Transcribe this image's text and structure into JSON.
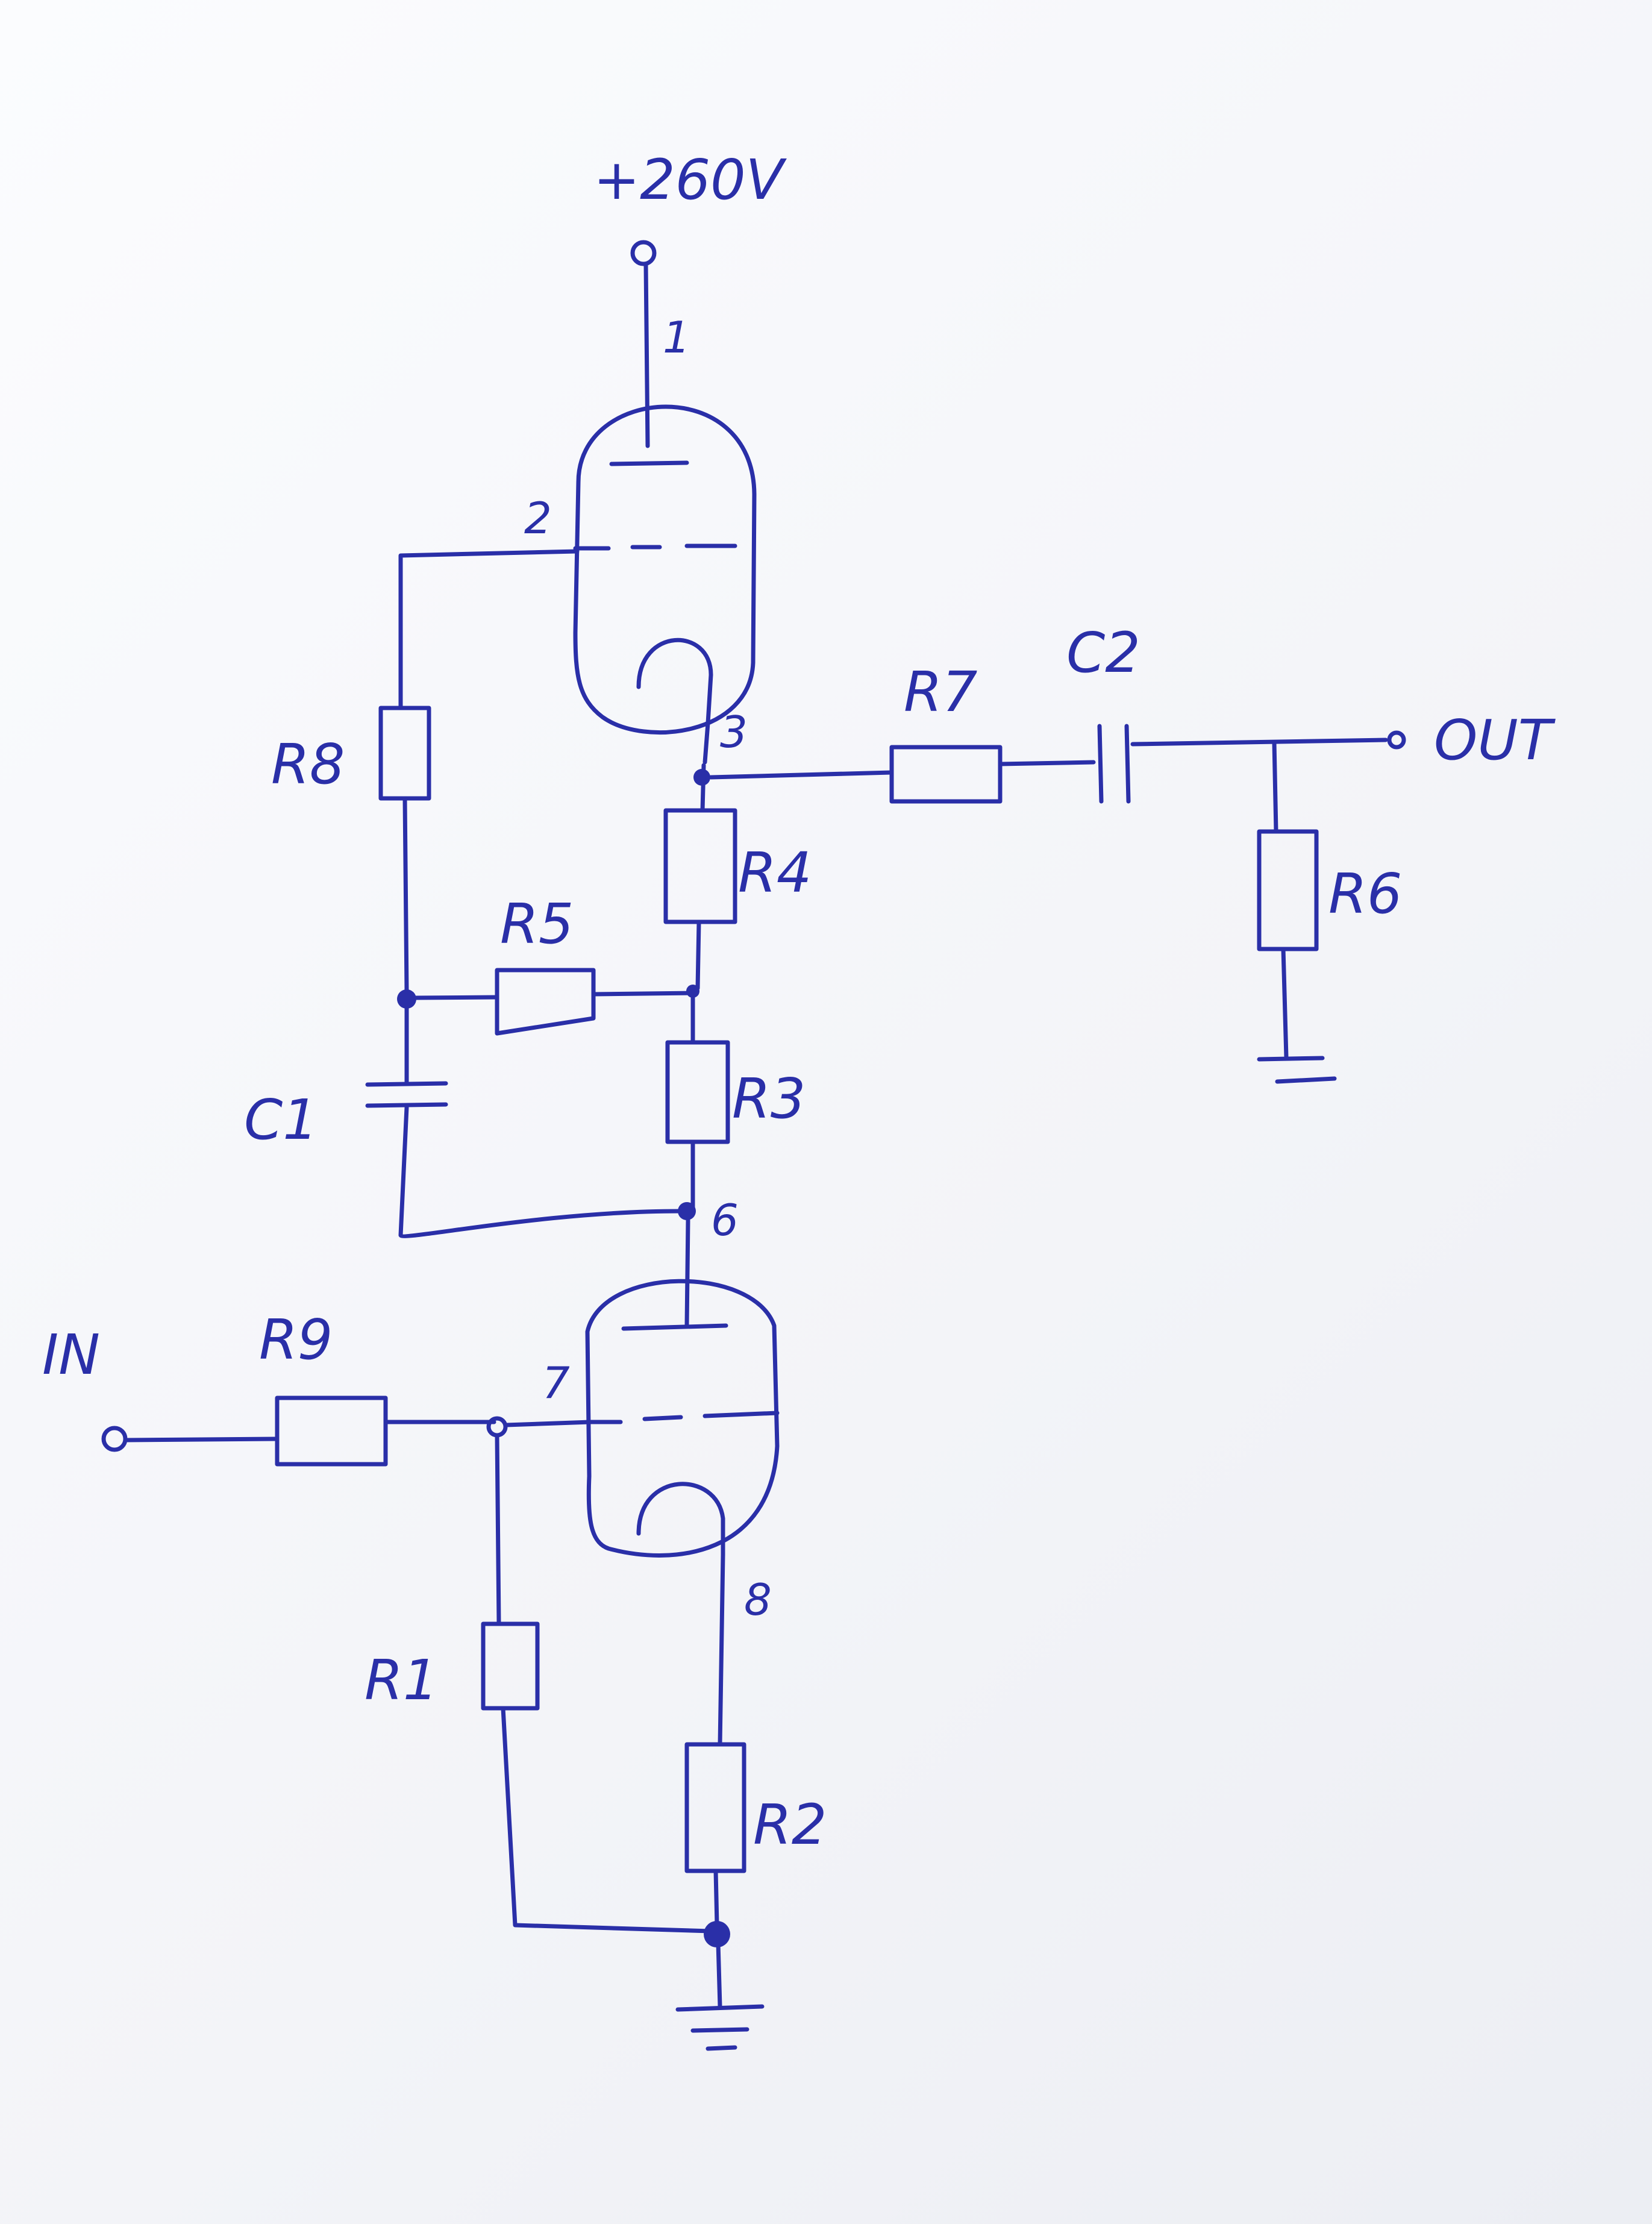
{
  "supply": {
    "label": "+260V"
  },
  "tubes": {
    "upper": {
      "pins": [
        "1",
        "2",
        "3"
      ]
    },
    "lower": {
      "pins": [
        "6",
        "7",
        "8"
      ]
    }
  },
  "resistors": [
    "R1",
    "R2",
    "R3",
    "R4",
    "R5",
    "R6",
    "R7",
    "R8",
    "R9"
  ],
  "capacitors": [
    "C1",
    "C2"
  ],
  "terminals": {
    "input": "IN",
    "output": "OUT"
  },
  "colors": {
    "ink": "#2a2fa8",
    "paper": "#f7f8fb"
  }
}
